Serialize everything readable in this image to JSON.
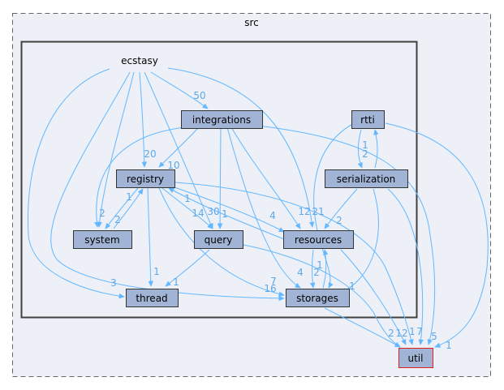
{
  "clusters": {
    "outer": {
      "label": "src"
    },
    "inner": {
      "label": "ecstasy"
    }
  },
  "nodes": {
    "integrations": "integrations",
    "rtti": "rtti",
    "serialization": "serialization",
    "registry": "registry",
    "system": "system",
    "query": "query",
    "resources": "resources",
    "thread": "thread",
    "storages": "storages",
    "util": "util"
  },
  "edge_labels": {
    "ecstasy_integrations": "50",
    "ecstasy_registry": "20",
    "integrations_registry": "10",
    "registry_system_a": "1",
    "registry_system_b": "2",
    "system_registry": "2",
    "registry_query": "14",
    "integrations_query_a": "30",
    "integrations_query_b": "1",
    "registry_resources": "4",
    "integrations_resources": "12",
    "ecstasy_resources": "21",
    "serialization_resources": "2",
    "rtti_serialization": "1",
    "serialization_rtti": "2",
    "registry_thread": "1",
    "query_thread": "1",
    "ecstasy_thread": "3",
    "ecstasy_storages": "7",
    "registry_storages": "16",
    "integrations_storages": "4",
    "resources_storages": "2",
    "storages_resources": "1",
    "query_util": "1",
    "storages_util": "2",
    "registry_util": "12",
    "resources_util": "1",
    "serialization_util": "7",
    "integrations_util": "5",
    "rtti_util": "1",
    "registry_query_b": "1",
    "registry_resources_b": "1"
  },
  "colors": {
    "node_fill": "#a2b4d6",
    "edge": "#63b8ff",
    "cluster_outer_fill": "#edf0f7",
    "util_border": "#e01f1f"
  }
}
